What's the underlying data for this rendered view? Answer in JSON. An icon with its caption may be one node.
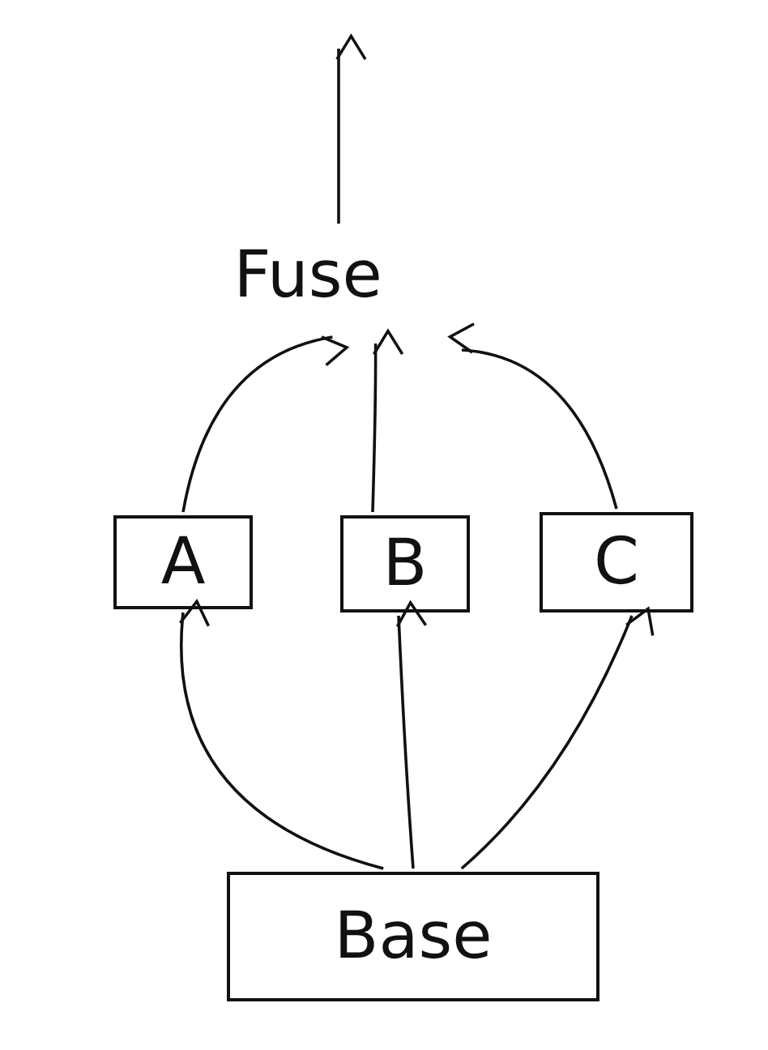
{
  "diagram": {
    "nodes": [
      {
        "text": [
          "Fuse"
        ]
      },
      {
        "text": [
          "A"
        ]
      },
      {
        "text": [
          "B"
        ]
      },
      {
        "text": [
          "C"
        ]
      },
      {
        "text": [
          "Base"
        ]
      }
    ],
    "edges": [
      {
        "from": 4,
        "to": 1,
        "arrow": "to"
      },
      {
        "from": 4,
        "to": 2,
        "arrow": "to"
      },
      {
        "from": 4,
        "to": 3,
        "arrow": "to"
      },
      {
        "from": 1,
        "to": 0,
        "arrow": "to"
      },
      {
        "from": 2,
        "to": 0,
        "arrow": "to"
      },
      {
        "from": 3,
        "to": 0,
        "arrow": "to"
      },
      {
        "from": 0,
        "to": null,
        "arrow": "to"
      }
    ]
  }
}
